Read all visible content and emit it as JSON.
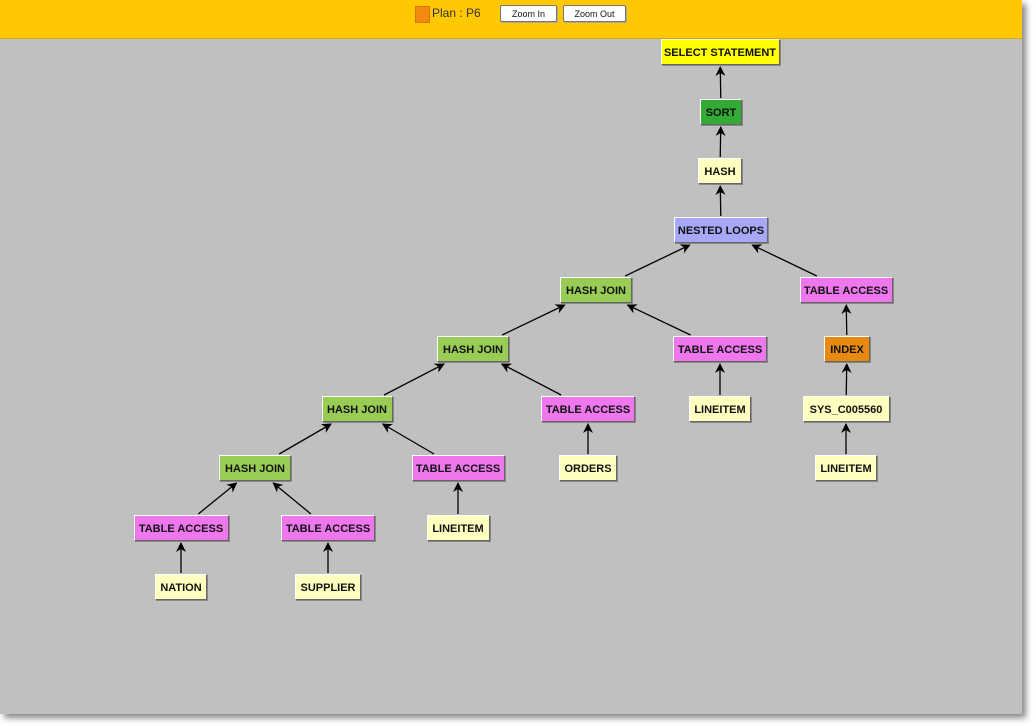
{
  "toolbar": {
    "plan_label": "Plan : P6",
    "zoom_in_label": "Zoom In",
    "zoom_out_label": "Zoom Out",
    "legend_color": "#f08a10"
  },
  "colors": {
    "select": "#ffff00",
    "sort": "#33aa33",
    "object": "#ffffc0",
    "nested": "#a8a8f8",
    "join": "#99cc55",
    "access": "#ee77ee",
    "index": "#e88a10"
  },
  "plan": {
    "nodes": [
      {
        "label": "SELECT STATEMENT",
        "type": "select",
        "parent": null
      },
      {
        "label": "SORT",
        "type": "sort",
        "parent": 0
      },
      {
        "label": "HASH",
        "type": "object",
        "parent": 1
      },
      {
        "label": "NESTED LOOPS",
        "type": "nested",
        "parent": 2
      },
      {
        "label": "HASH JOIN",
        "type": "join",
        "parent": 3
      },
      {
        "label": "TABLE ACCESS",
        "type": "access",
        "parent": 3
      },
      {
        "label": "HASH JOIN",
        "type": "join",
        "parent": 4
      },
      {
        "label": "TABLE ACCESS",
        "type": "access",
        "parent": 4
      },
      {
        "label": "INDEX",
        "type": "index",
        "parent": 5
      },
      {
        "label": "HASH JOIN",
        "type": "join",
        "parent": 6
      },
      {
        "label": "TABLE ACCESS",
        "type": "access",
        "parent": 6
      },
      {
        "label": "LINEITEM",
        "type": "object",
        "parent": 7
      },
      {
        "label": "SYS_C005560",
        "type": "object",
        "parent": 8
      },
      {
        "label": "HASH JOIN",
        "type": "join",
        "parent": 9
      },
      {
        "label": "TABLE ACCESS",
        "type": "access",
        "parent": 9
      },
      {
        "label": "ORDERS",
        "type": "object",
        "parent": 10
      },
      {
        "label": "LINEITEM",
        "type": "object",
        "parent": 12
      },
      {
        "label": "TABLE ACCESS",
        "type": "access",
        "parent": 13
      },
      {
        "label": "TABLE ACCESS",
        "type": "access",
        "parent": 13
      },
      {
        "label": "LINEITEM",
        "type": "object",
        "parent": 14
      },
      {
        "label": "NATION",
        "type": "object",
        "parent": 17
      },
      {
        "label": "SUPPLIER",
        "type": "object",
        "parent": 18
      }
    ]
  }
}
